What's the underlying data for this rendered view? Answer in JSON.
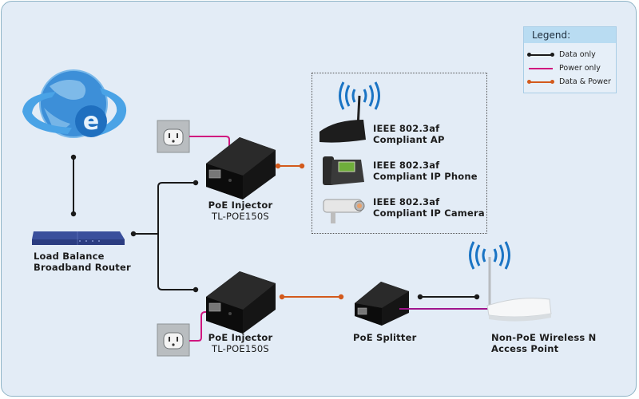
{
  "legend": {
    "title": "Legend:",
    "items": [
      {
        "label": "Data only",
        "color": "#1a1a1a",
        "type": "data"
      },
      {
        "label": "Power only",
        "color": "#d0167f",
        "type": "power"
      },
      {
        "label": "Data & Power",
        "color": "#d35a1c",
        "type": "data-power"
      }
    ]
  },
  "nodes": {
    "router": {
      "line1": "Load Balance",
      "line2": "Broadband Router"
    },
    "injector_top": {
      "name": "PoE Injector",
      "model": "TL-POE150S"
    },
    "injector_bottom": {
      "name": "PoE Injector",
      "model": "TL-POE150S"
    },
    "splitter": {
      "name": "PoE Splitter"
    },
    "access_point": {
      "line1": "Non-PoE Wireless N",
      "line2": "Access Point"
    },
    "poe_devices": [
      {
        "line1": "IEEE 802.3af",
        "line2": "Compliant AP"
      },
      {
        "line1": "IEEE 802.3af",
        "line2": "Compliant IP Phone"
      },
      {
        "line1": "IEEE 802.3af",
        "line2": "Compliant IP Camera"
      }
    ]
  },
  "colors": {
    "background": "#e3ecf6",
    "data": "#1a1a1a",
    "power": "#d0167f",
    "data_power": "#d35a1c",
    "wifi": "#1a74c4"
  }
}
